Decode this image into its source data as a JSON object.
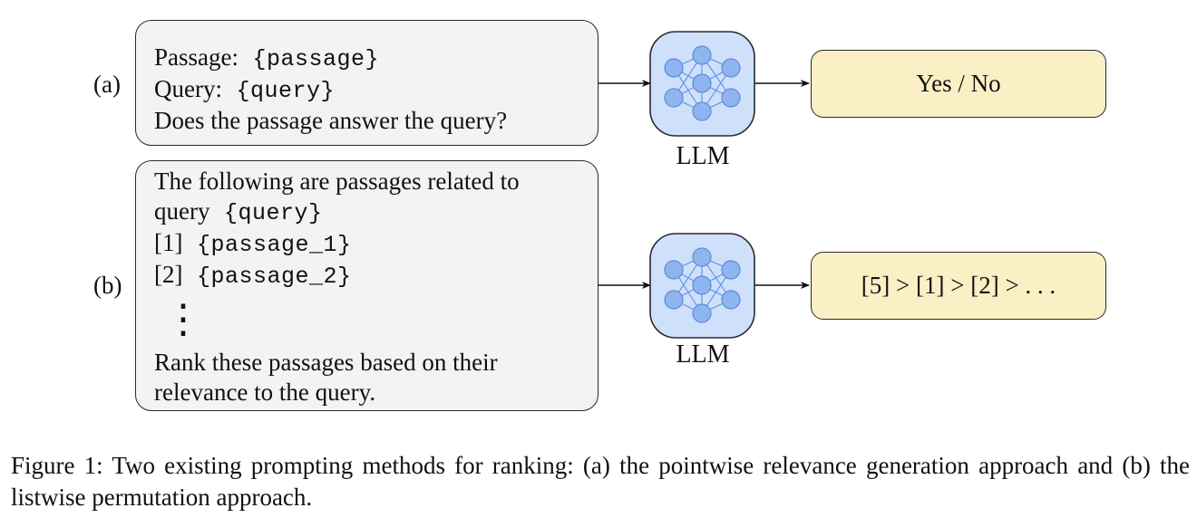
{
  "rows": [
    {
      "label": "(a)",
      "prompt_lines": [
        {
          "parts": [
            {
              "text": "Passage:",
              "style": "serif"
            },
            {
              "text": " {passage}",
              "style": "mono"
            }
          ]
        },
        {
          "parts": [
            {
              "text": "Query:",
              "style": "serif"
            },
            {
              "text": " {query}",
              "style": "mono"
            }
          ]
        },
        {
          "parts": [
            {
              "text": "Does the passage answer the query?",
              "style": "serif"
            }
          ]
        }
      ],
      "model_label": "LLM",
      "output": "Yes / No"
    },
    {
      "label": "(b)",
      "prompt_lines": [
        {
          "parts": [
            {
              "text": "The following are passages related to",
              "style": "serif"
            }
          ]
        },
        {
          "parts": [
            {
              "text": "query",
              "style": "serif"
            },
            {
              "text": " {query}",
              "style": "mono"
            }
          ]
        },
        {
          "parts": [
            {
              "text": "[1]",
              "style": "serif"
            },
            {
              "text": " {passage_1}",
              "style": "mono"
            }
          ]
        },
        {
          "parts": [
            {
              "text": "[2]",
              "style": "serif"
            },
            {
              "text": " {passage_2}",
              "style": "mono"
            }
          ]
        }
      ],
      "ellipsis": "⋮",
      "prompt_tail": [
        "Rank these passages based on their",
        "relevance to the query."
      ],
      "model_label": "LLM",
      "output": "[5] > [1] > [2] > . . ."
    }
  ],
  "icons": {
    "model": "neural-network-icon"
  },
  "colors": {
    "prompt_fill": "#f2f3f4",
    "output_fill": "#fbefc6",
    "model_fill": "#cfe0fb",
    "node_fill": "#8fb5f0",
    "border": "#2a2a2a"
  },
  "caption": "Figure 1:  Two existing prompting methods for ranking:  (a) the pointwise relevance generation approach and (b) the listwise permutation approach."
}
